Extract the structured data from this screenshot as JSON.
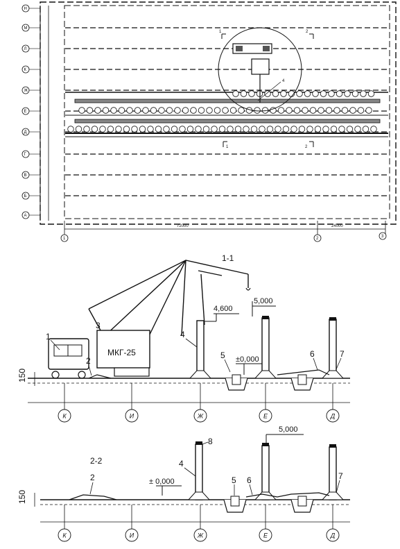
{
  "plan": {
    "axes_rows": [
      "Н",
      "М",
      "Л",
      "К",
      "Ж",
      "Е",
      "Д",
      "Г",
      "В",
      "Б",
      "А"
    ],
    "axes_cols": [
      "1",
      "2",
      "3"
    ],
    "bottom_dimensions": [
      "72000",
      "24000"
    ],
    "section_marks": [
      "1",
      "1",
      "2",
      "2"
    ],
    "callout": "4"
  },
  "section_1": {
    "title": "1-1",
    "crane_label": "МКГ-25",
    "elev_top_left": "4,600",
    "elev_top_right": "5,000",
    "elev_zero": "±0,000",
    "height_mark": "150",
    "callouts": [
      "1",
      "2",
      "3",
      "4",
      "5",
      "6",
      "7"
    ],
    "axes": [
      "К",
      "И",
      "Ж",
      "Е",
      "Д"
    ]
  },
  "section_2": {
    "title": "2-2",
    "elev_top": "5,000",
    "elev_zero": "± 0,000",
    "height_mark": "150",
    "callouts": [
      "2",
      "4",
      "5",
      "6",
      "7",
      "8"
    ],
    "axes": [
      "К",
      "И",
      "Ж",
      "Е",
      "Д"
    ]
  }
}
